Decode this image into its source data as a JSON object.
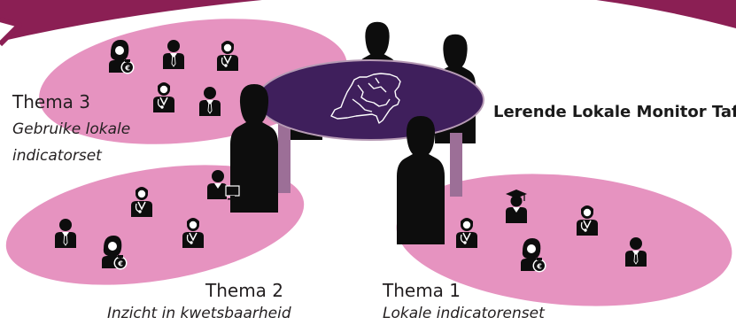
{
  "table_title": "Lerende Lokale Monitor Tafel",
  "themes": [
    {
      "title": "Thema 3",
      "subtitle_lines": [
        "Gebruike lokale",
        "indicatorset"
      ]
    },
    {
      "title": "Thema 2",
      "subtitle_lines": [
        "Inzicht in kwetsbaarheid"
      ]
    },
    {
      "title": "Thema 1",
      "subtitle_lines": [
        "Lokale indicatorenset"
      ]
    }
  ],
  "colors": {
    "pink": "#e693c0",
    "purple": "#3f1f5c",
    "maroon": "#8b1f54",
    "black": "#0d0d0d"
  },
  "icons": [
    "person-silhouette-icon",
    "doctor-icon",
    "businessman-icon",
    "money-bag-person-icon",
    "graduate-icon",
    "computer-worker-icon",
    "netherlands-map-icon"
  ]
}
